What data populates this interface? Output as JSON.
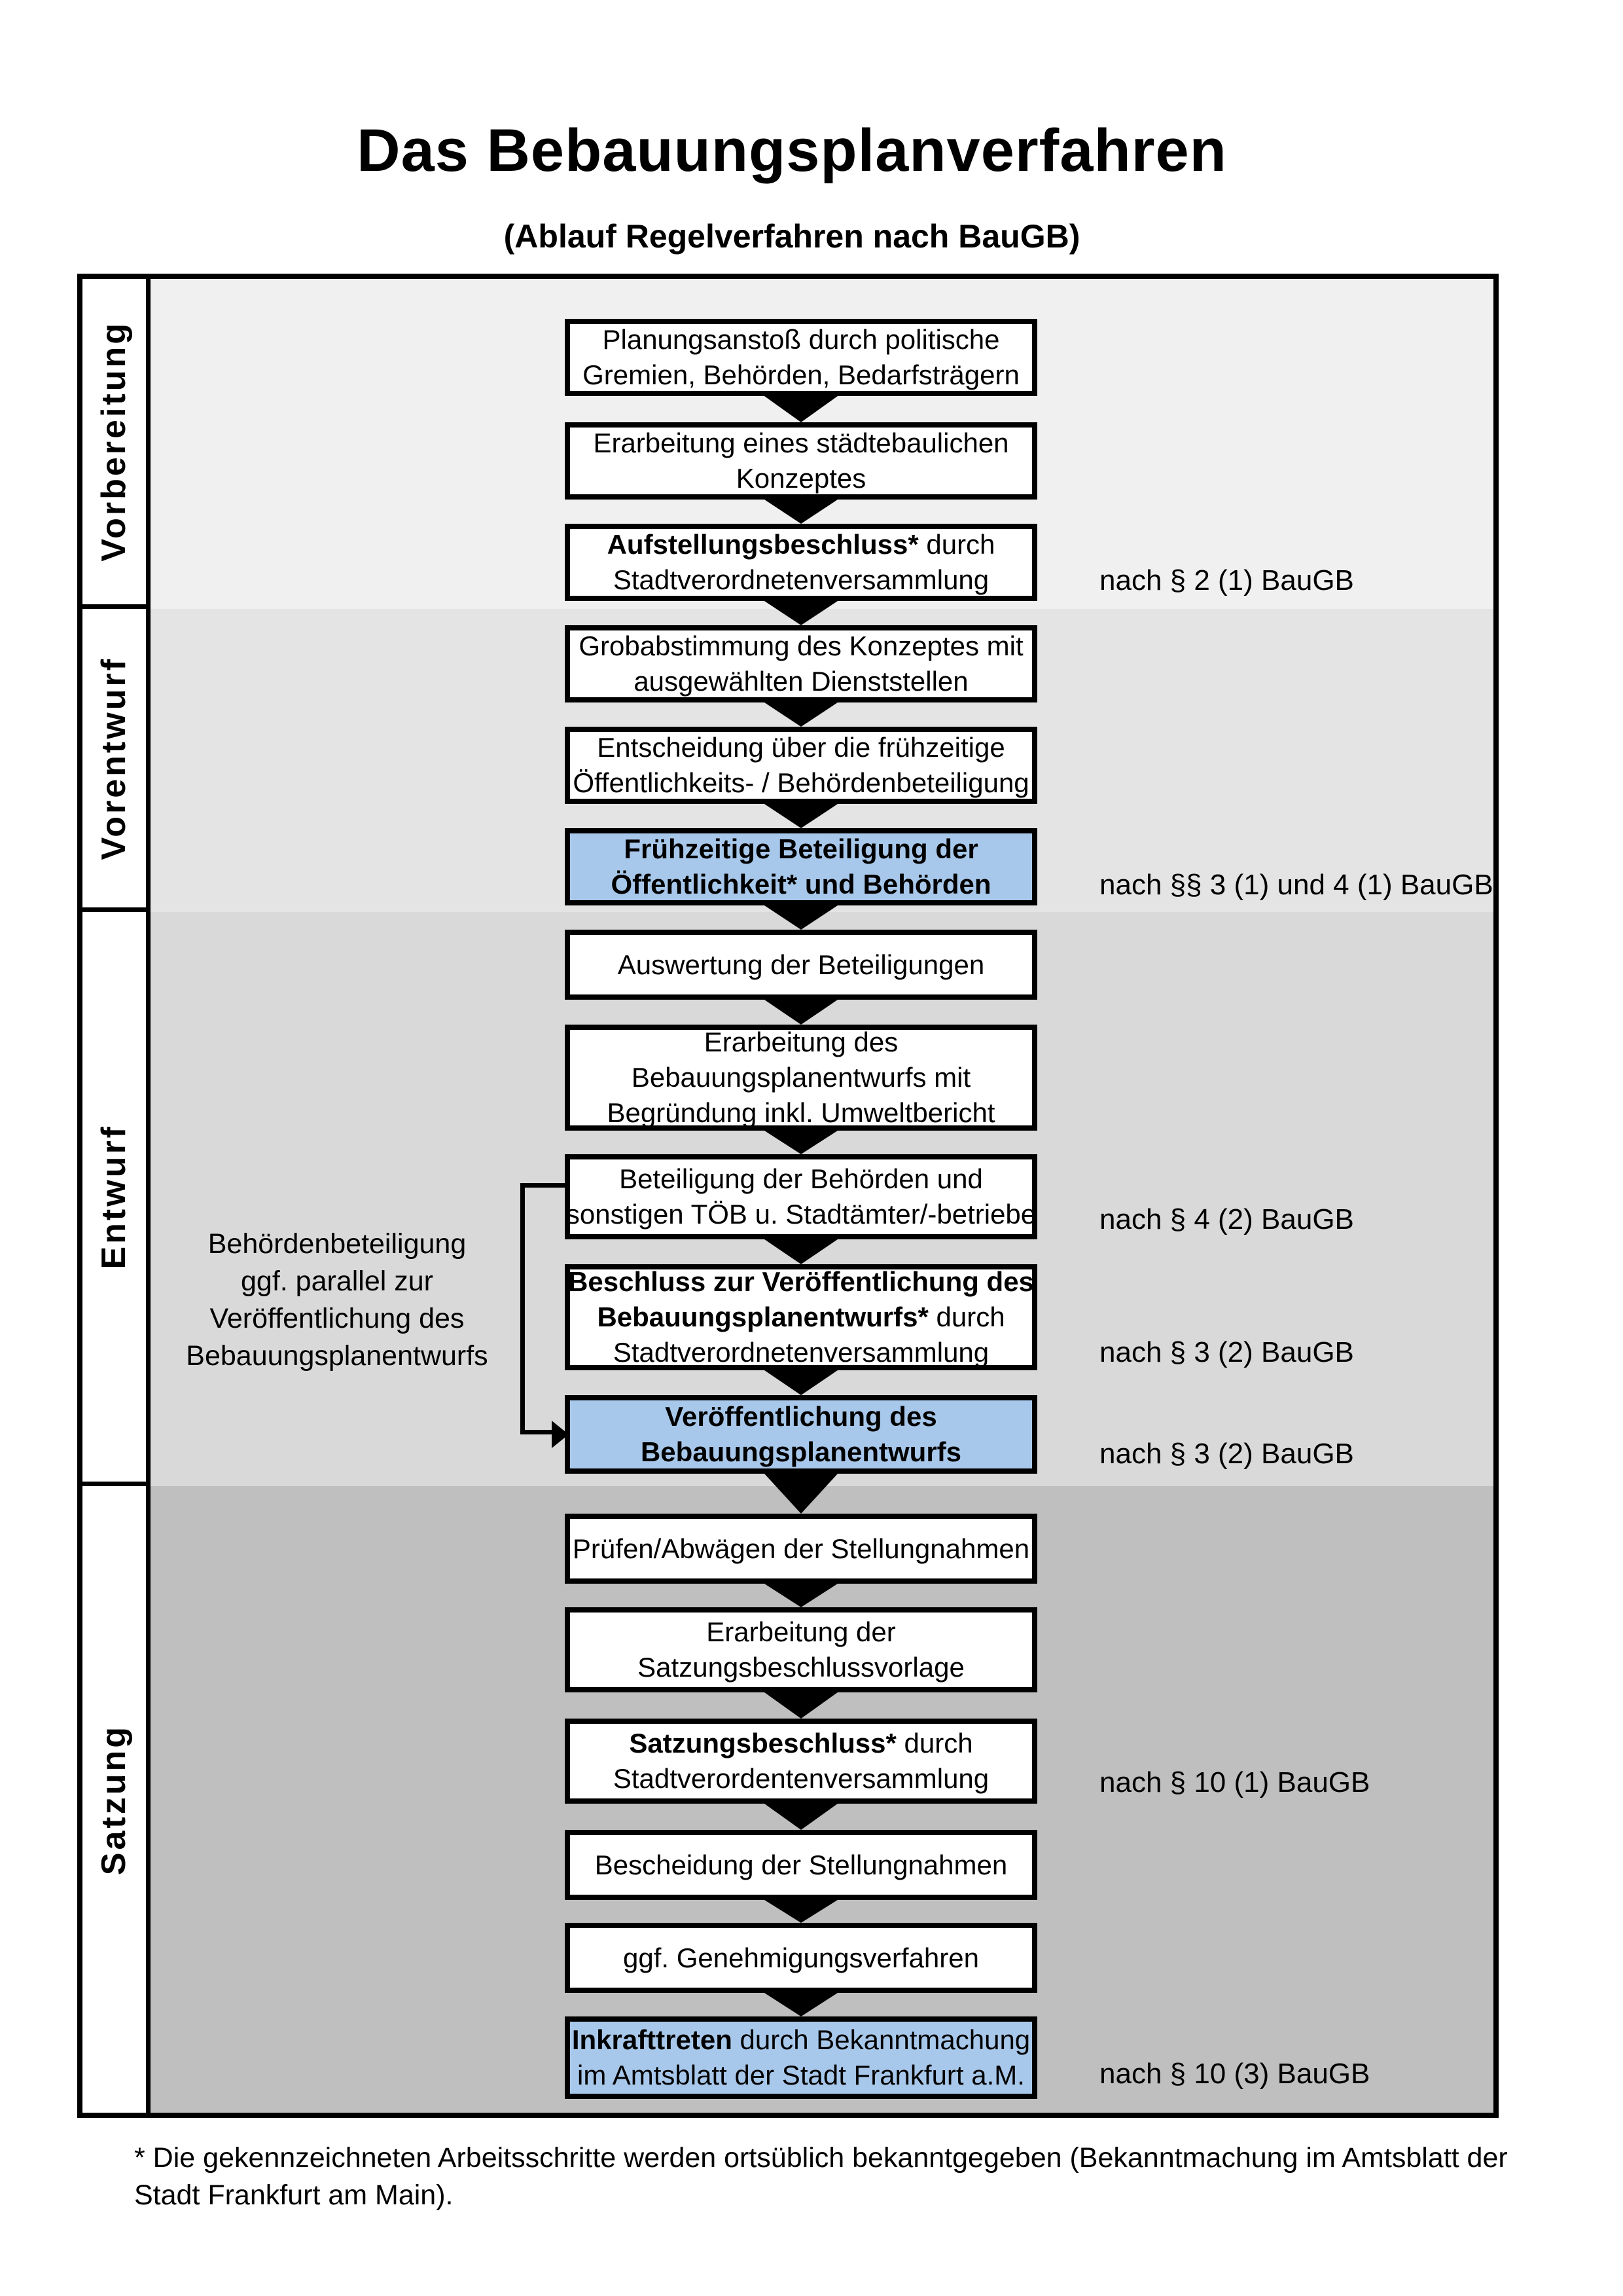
{
  "header": {
    "title": "Das Bebauungsplanverfahren",
    "subtitle": "(Ablauf Regelverfahren nach BauGB)"
  },
  "phases": [
    {
      "label": "Vorbereitung",
      "bg": "#f0f0f0"
    },
    {
      "label": "Vorentwurf",
      "bg": "#e4e4e4"
    },
    {
      "label": "Entwurf",
      "bg": "#d9d9d9"
    },
    {
      "label": "Satzung",
      "bg": "#bfbfbf"
    }
  ],
  "colors": {
    "highlight_blue": "#A8C8EB",
    "box_border": "#000000",
    "arrow_black": "#000000"
  },
  "flow": {
    "boxes": [
      {
        "highlight": false,
        "lines": [
          [
            {
              "t": "Planungsanstoß durch politische",
              "b": false
            }
          ],
          [
            {
              "t": "Gremien, Behörden, Bedarfsträgern",
              "b": false
            }
          ]
        ]
      },
      {
        "highlight": false,
        "lines": [
          [
            {
              "t": "Erarbeitung eines städtebaulichen",
              "b": false
            }
          ],
          [
            {
              "t": "Konzeptes",
              "b": false
            }
          ]
        ]
      },
      {
        "highlight": false,
        "lines": [
          [
            {
              "t": "Aufstellungsbeschluss*",
              "b": true
            },
            {
              "t": " durch",
              "b": false
            }
          ],
          [
            {
              "t": "Stadtverordnetenversammlung",
              "b": false
            }
          ]
        ]
      },
      {
        "highlight": false,
        "lines": [
          [
            {
              "t": "Grobabstimmung des Konzeptes mit",
              "b": false
            }
          ],
          [
            {
              "t": "ausgewählten Dienststellen",
              "b": false
            }
          ]
        ]
      },
      {
        "highlight": false,
        "lines": [
          [
            {
              "t": "Entscheidung über die frühzeitige",
              "b": false
            }
          ],
          [
            {
              "t": "Öffentlichkeits- / Behördenbeteiligung",
              "b": false
            }
          ]
        ]
      },
      {
        "highlight": true,
        "lines": [
          [
            {
              "t": "Frühzeitige Beteiligung der",
              "b": true
            }
          ],
          [
            {
              "t": "Öffentlichkeit* und Behörden",
              "b": true
            }
          ]
        ]
      },
      {
        "highlight": false,
        "lines": [
          [
            {
              "t": "Auswertung der Beteiligungen",
              "b": false
            }
          ]
        ]
      },
      {
        "highlight": false,
        "lines": [
          [
            {
              "t": "Erarbeitung des",
              "b": false
            }
          ],
          [
            {
              "t": "Bebauungsplanentwurfs mit",
              "b": false
            }
          ],
          [
            {
              "t": "Begründung inkl. Umweltbericht",
              "b": false
            }
          ]
        ]
      },
      {
        "highlight": false,
        "lines": [
          [
            {
              "t": "Beteiligung der Behörden und",
              "b": false
            }
          ],
          [
            {
              "t": "sonstigen TÖB u. Stadtämter/-betriebe",
              "b": false
            }
          ]
        ]
      },
      {
        "highlight": false,
        "lines": [
          [
            {
              "t": "Beschluss zur Veröffentlichung des",
              "b": true
            }
          ],
          [
            {
              "t": "Bebauungsplanentwurfs*",
              "b": true
            },
            {
              "t": " durch",
              "b": false
            }
          ],
          [
            {
              "t": "Stadtverordnetenversammlung",
              "b": false
            }
          ]
        ]
      },
      {
        "highlight": true,
        "lines": [
          [
            {
              "t": "Veröffentlichung des",
              "b": true
            }
          ],
          [
            {
              "t": "Bebauungsplanentwurfs",
              "b": true
            }
          ]
        ]
      },
      {
        "highlight": false,
        "lines": [
          [
            {
              "t": "Prüfen/Abwägen der Stellungnahmen",
              "b": false
            }
          ]
        ]
      },
      {
        "highlight": false,
        "lines": [
          [
            {
              "t": "Erarbeitung der",
              "b": false
            }
          ],
          [
            {
              "t": "Satzungsbeschlussvorlage",
              "b": false
            }
          ]
        ]
      },
      {
        "highlight": false,
        "lines": [
          [
            {
              "t": "Satzungsbeschluss*",
              "b": true
            },
            {
              "t": " durch",
              "b": false
            }
          ],
          [
            {
              "t": "Stadtverordentenversammlung",
              "b": false
            }
          ]
        ]
      },
      {
        "highlight": false,
        "lines": [
          [
            {
              "t": "Bescheidung der Stellungnahmen",
              "b": false
            }
          ]
        ]
      },
      {
        "highlight": false,
        "lines": [
          [
            {
              "t": "ggf. Genehmigungsverfahren",
              "b": false
            }
          ]
        ]
      },
      {
        "highlight": true,
        "lines": [
          [
            {
              "t": "Inkrafttreten",
              "b": true
            },
            {
              "t": " durch Bekanntmachung",
              "b": false
            }
          ],
          [
            {
              "t": "im Amtsblatt der Stadt Frankfurt a.M.",
              "b": false
            }
          ]
        ]
      }
    ],
    "law_refs": [
      {
        "text": "nach § 2 (1) BauGB"
      },
      {
        "text": "nach §§ 3 (1) und 4 (1) BauGB"
      },
      {
        "text": "nach § 4 (2) BauGB"
      },
      {
        "text": "nach § 3 (2) BauGB"
      },
      {
        "text": "nach § 3 (2) BauGB"
      },
      {
        "text": "nach § 10 (1) BauGB"
      },
      {
        "text": "nach § 10 (3) BauGB"
      }
    ],
    "side_note": {
      "lines": [
        "Behördenbeteiligung",
        "ggf. parallel zur",
        "Veröffentlichung des",
        "Bebauungsplanentwurfs"
      ]
    }
  },
  "footnote": {
    "text": "* Die gekennzeichneten Arbeitsschritte werden ortsüblich bekanntgegeben (Bekanntmachung im Amtsblatt  der Stadt Frankfurt am Main)."
  }
}
